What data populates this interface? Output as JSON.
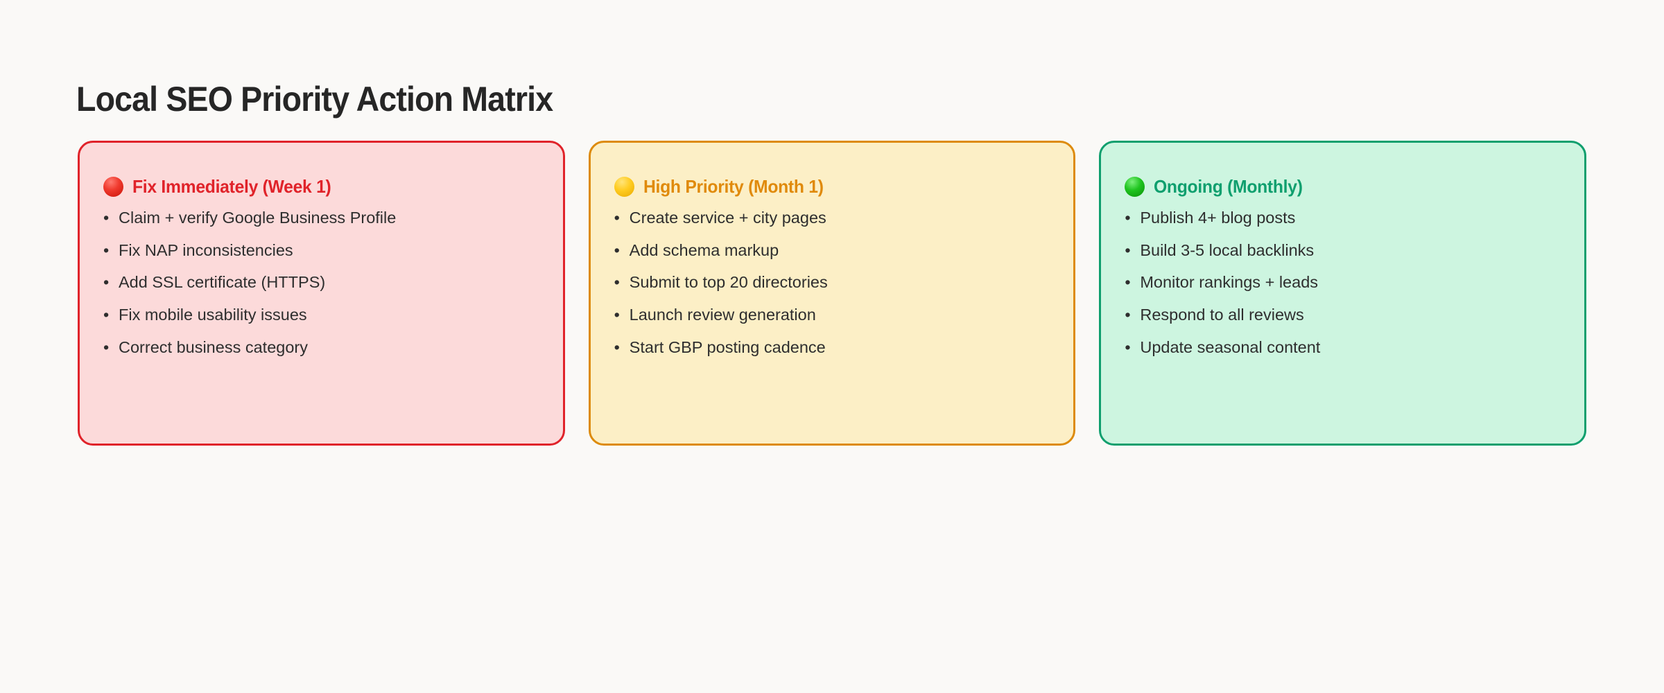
{
  "page": {
    "title": "Local SEO Priority Action Matrix",
    "background_color": "#faf9f7",
    "title_color": "#262626"
  },
  "cards": [
    {
      "id": "fix-immediately",
      "icon": "red-circle-icon",
      "icon_glyph": "🔴",
      "title": "Fix Immediately (Week 1)",
      "accent_color": "#e0232a",
      "background_color": "#fcdada",
      "border_color": "#e0232a",
      "items": [
        "Claim + verify Google Business Profile",
        "Fix NAP inconsistencies",
        "Add SSL certificate (HTTPS)",
        "Fix mobile usability issues",
        "Correct business category"
      ]
    },
    {
      "id": "high-priority",
      "icon": "yellow-circle-icon",
      "icon_glyph": "🟡",
      "title": "High Priority (Month 1)",
      "accent_color": "#e08a0b",
      "background_color": "#fcefc6",
      "border_color": "#dd8b0c",
      "items": [
        "Create service + city pages",
        "Add schema markup",
        "Submit to top 20 directories",
        "Launch review generation",
        "Start GBP posting cadence"
      ]
    },
    {
      "id": "ongoing",
      "icon": "green-circle-icon",
      "icon_glyph": "🟢",
      "title": "Ongoing (Monthly)",
      "accent_color": "#0f9f6e",
      "background_color": "#cdf5e0",
      "border_color": "#0f9f6e",
      "items": [
        "Publish 4+ blog posts",
        "Build 3-5 local backlinks",
        "Monitor rankings + leads",
        "Respond to all reviews",
        "Update seasonal content"
      ]
    }
  ],
  "bullet_glyph": "•"
}
